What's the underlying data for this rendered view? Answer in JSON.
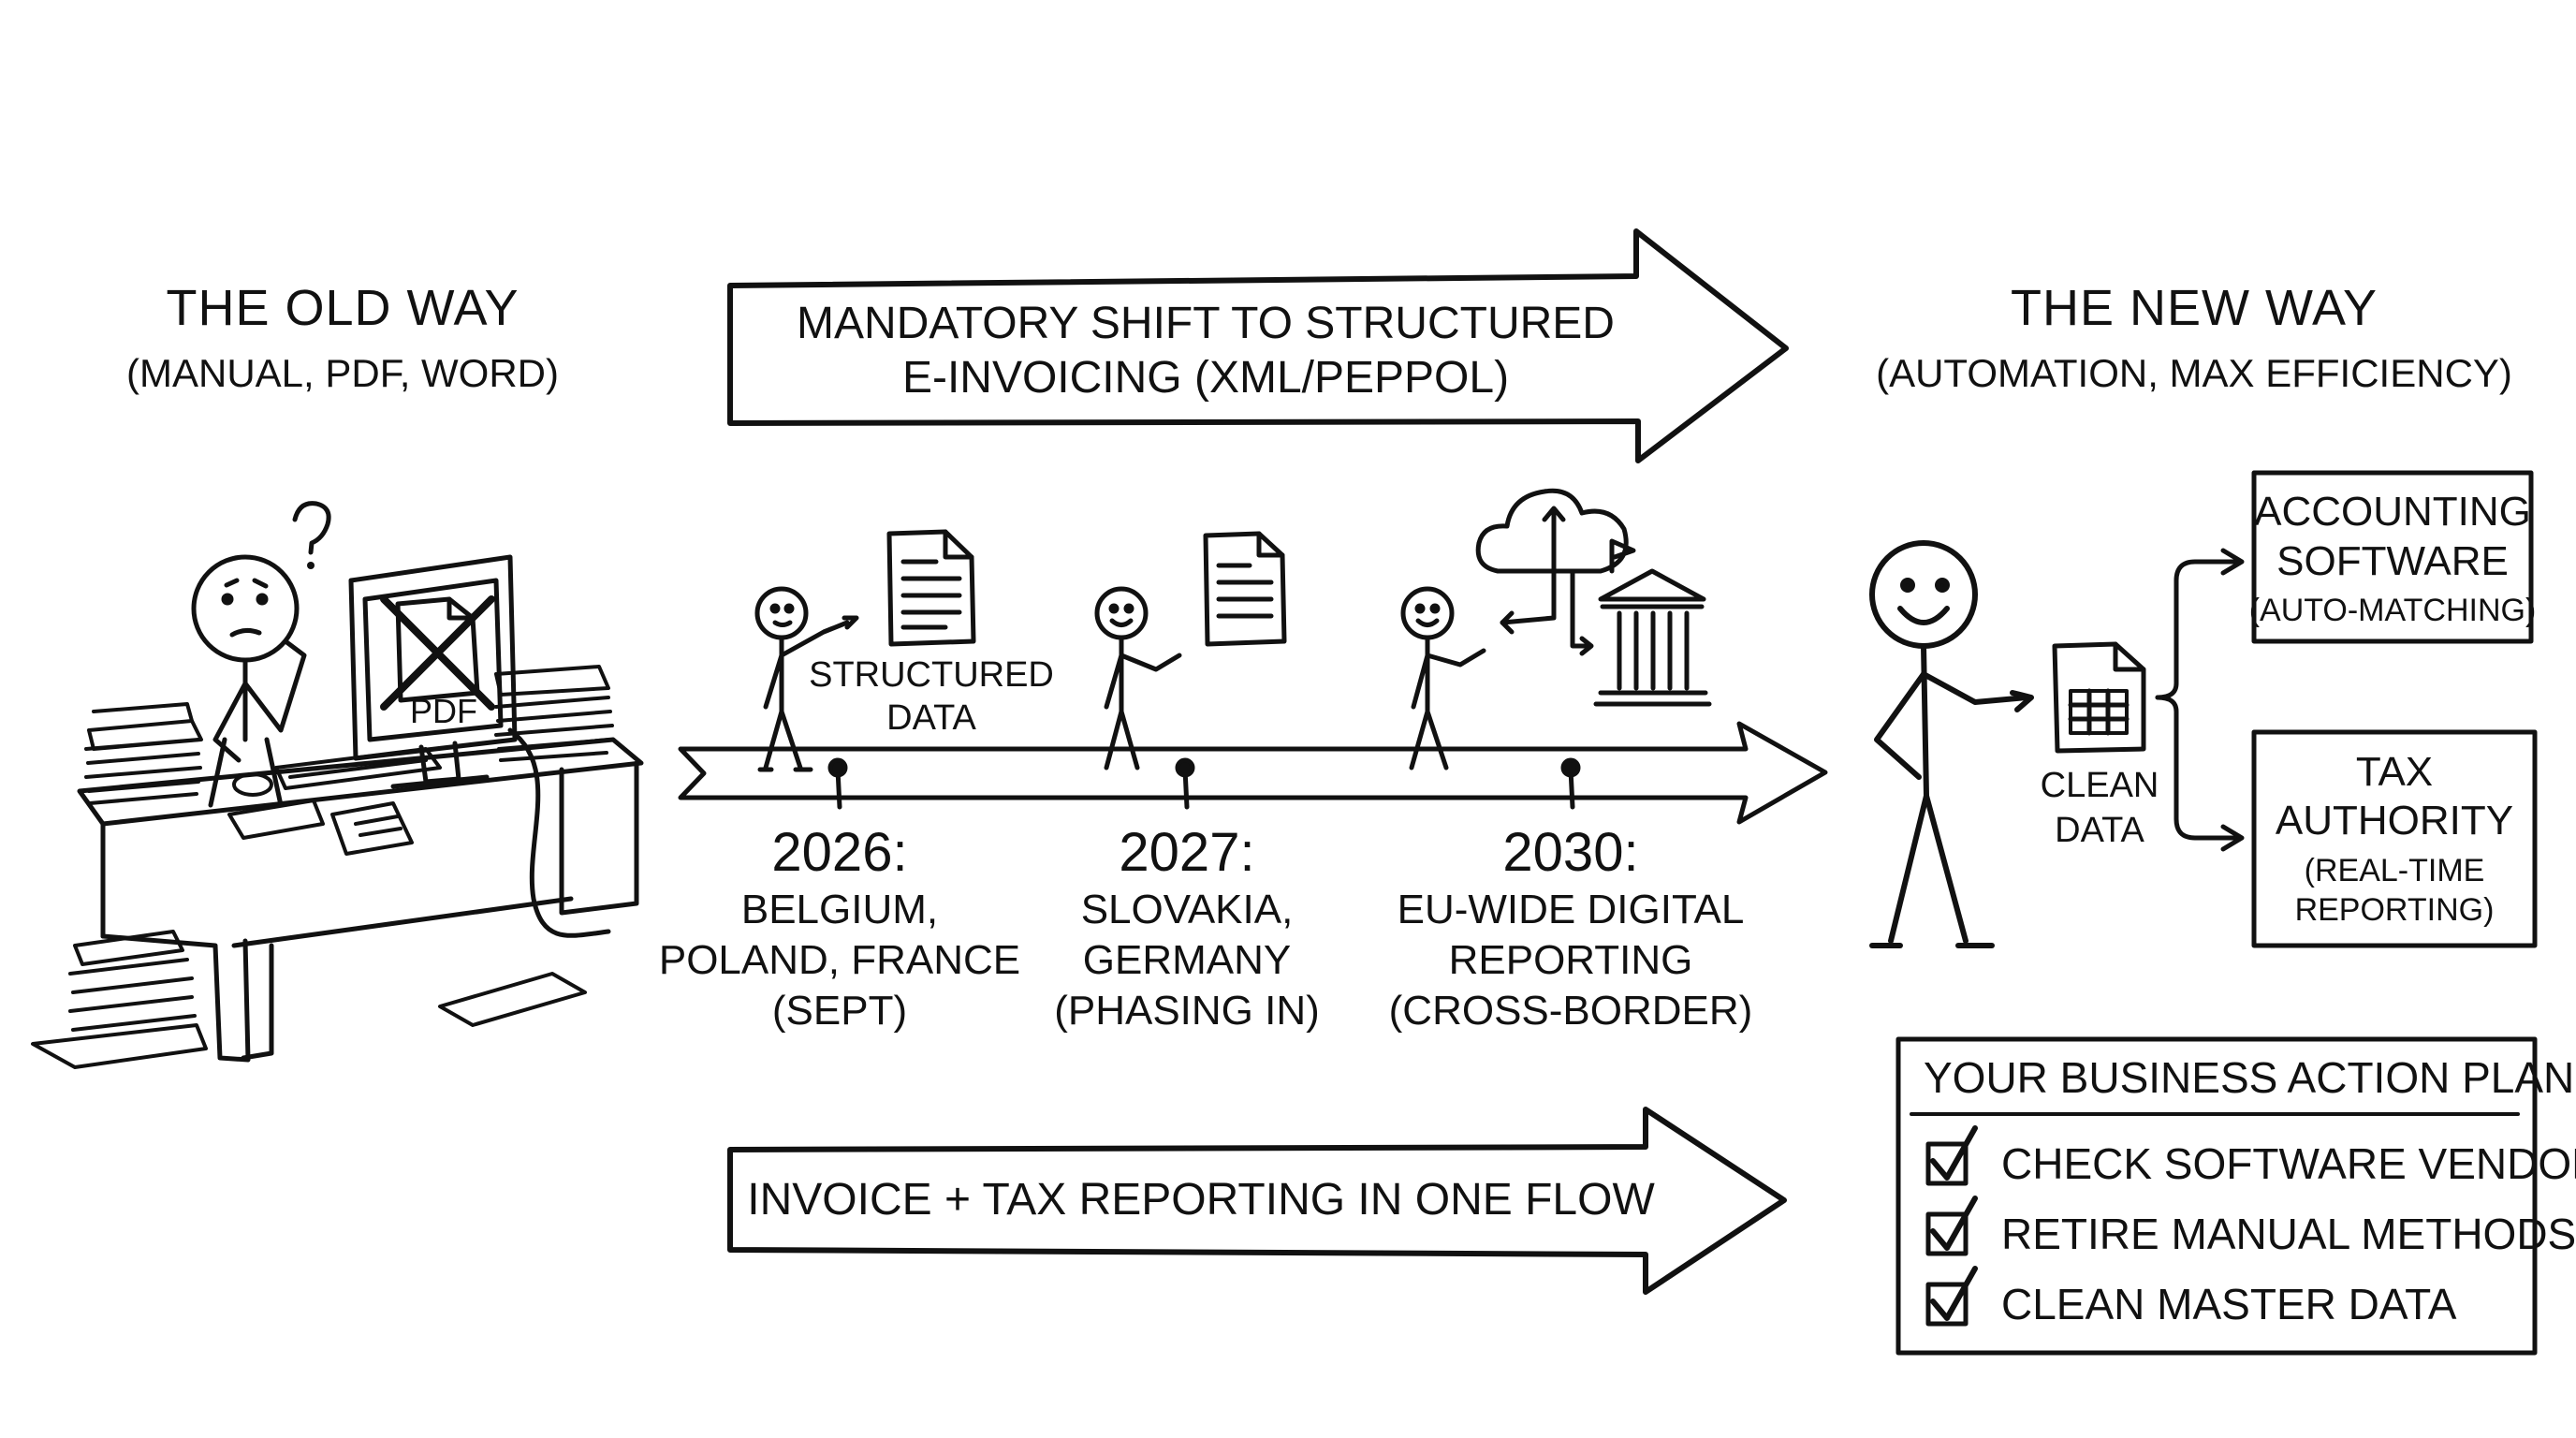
{
  "old_way": {
    "title": "THE OLD WAY",
    "subtitle": "(MANUAL, PDF, WORD)",
    "monitor_label": "PDF",
    "question_mark": "?"
  },
  "new_way": {
    "title": "THE NEW WAY",
    "subtitle": "(AUTOMATION, MAX EFFICIENCY)"
  },
  "top_arrow": {
    "line1": "MANDATORY SHIFT TO STRUCTURED",
    "line2": "E-INVOICING (XML/PEPPOL)"
  },
  "bottom_arrow": {
    "text": "INVOICE + TAX REPORTING IN ONE FLOW"
  },
  "structured_data": {
    "line1": "STRUCTURED",
    "line2": "DATA"
  },
  "timeline": [
    {
      "year": "2026:",
      "line1": "BELGIUM,",
      "line2": "POLAND, FRANCE",
      "line3": "(SEPT)"
    },
    {
      "year": "2027:",
      "line1": "SLOVAKIA,",
      "line2": "GERMANY",
      "line3": "(PHASING IN)"
    },
    {
      "year": "2030:",
      "line1": "EU-WIDE DIGITAL",
      "line2": "REPORTING",
      "line3": "(CROSS-BORDER)"
    }
  ],
  "clean_data": {
    "line1": "CLEAN",
    "line2": "DATA"
  },
  "accounting_box": {
    "line1": "ACCOUNTING",
    "line2": "SOFTWARE",
    "line3": "(AUTO-MATCHING)"
  },
  "tax_box": {
    "line1": "TAX",
    "line2": "AUTHORITY",
    "line3": "(REAL-TIME",
    "line4": "REPORTING)"
  },
  "action_plan": {
    "title": "YOUR BUSINESS ACTION PLAN",
    "items": [
      "CHECK SOFTWARE VENDOR",
      "RETIRE MANUAL METHODS",
      "CLEAN MASTER DATA"
    ]
  },
  "icons": [
    "question-icon",
    "pdf-crossed-icon",
    "document-icon",
    "cloud-sync-icon",
    "government-building-icon",
    "spreadsheet-icon",
    "checkbox-checked-icon"
  ]
}
